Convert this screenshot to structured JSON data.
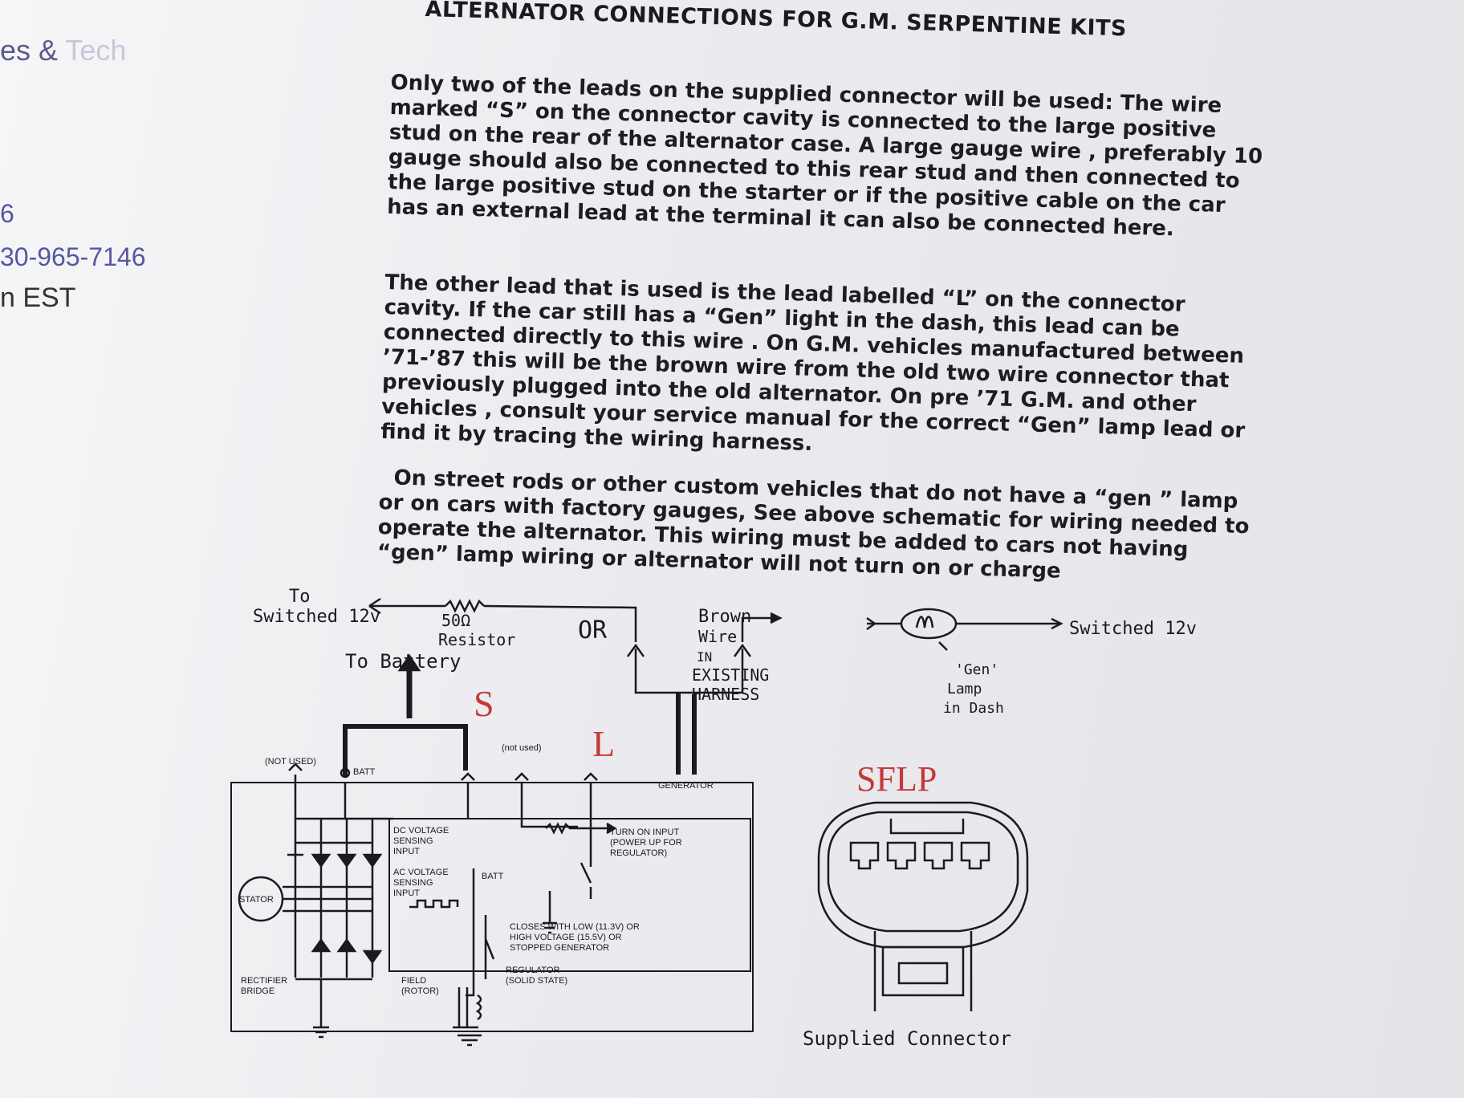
{
  "sidebar": {
    "line1_visible": "es & ",
    "line1_faded": "Tech",
    "line2": "6",
    "line3": "30-965-7146",
    "line4": "n EST"
  },
  "document": {
    "title": "ALTERNATOR CONNECTIONS FOR G.M. SERPENTINE KITS",
    "paragraphs": [
      "Only two of the leads on the supplied connector will be used: The wire marked “S” on the connector cavity is connected to the large positive stud on the rear of the alternator case. A large gauge wire , preferably 10 gauge should also be connected to this rear stud and then connected to the large positive stud on the starter or if the positive cable on the car has an external lead at the terminal it can also be connected here.",
      "The other lead that is used is the lead labelled “L” on the connector cavity. If the car still has a “Gen” light in the dash, this lead can be connected directly to this wire . On G.M. vehicles manufactured between ’71-’87 this will be the brown wire from the old two wire connector that previously plugged into the old alternator. On pre ’71 G.M. and other vehicles , consult your service manual for the correct “Gen” lamp lead or find it by tracing the wiring harness.",
      "On street rods or other custom vehicles that do not have a “gen ” lamp or on cars with factory gauges, See above schematic for wiring needed to operate the alternator. This wiring must be added to cars not having “gen” lamp wiring or alternator will not turn on or charge"
    ]
  },
  "diagram": {
    "to_switched_12v_line1": "To",
    "to_switched_12v_line2": "Switched 12v",
    "resistor_line1": "50Ω",
    "resistor_line2": "Resistor",
    "or_label": "OR",
    "brown_wire_line1": "Brown",
    "brown_wire_line2": "Wire",
    "brown_wire_line3": "IN",
    "brown_wire_line4": "EXISTING",
    "brown_wire_line5": "HARNESS",
    "switched_12v_right": "Switched 12v",
    "gen_lamp_line1": "'Gen'",
    "gen_lamp_line2": "Lamp",
    "gen_lamp_line3": "in Dash",
    "to_battery": "To Battery",
    "s_label": "S",
    "l_label": "L",
    "not_used": "(NOT USED)",
    "batt_label": "BATT",
    "not_used_2": "(not used)",
    "generator_label": "GENERATOR",
    "dc_sensing": [
      "DC VOLTAGE",
      "SENSING",
      "INPUT"
    ],
    "ac_sensing": [
      "AC VOLTAGE",
      "SENSING",
      "INPUT"
    ],
    "batt_inner": "BATT",
    "turn_on": [
      "TURN ON INPUT",
      "(POWER UP FOR",
      "REGULATOR)"
    ],
    "closes_with": [
      "CLOSES WITH LOW (11.3V) OR",
      "HIGH VOLTAGE (15.5V) OR",
      "STOPPED GENERATOR"
    ],
    "stator": "STATOR",
    "rectifier": [
      "RECTIFIER",
      "BRIDGE"
    ],
    "field": [
      "FIELD",
      "(ROTOR)"
    ],
    "regulator": [
      "REGULATOR",
      "(SOLID STATE)"
    ],
    "sflp": "SFLP",
    "supplied_connector": "Supplied Connector",
    "colors": {
      "red": "#c33a3a",
      "ink": "#1a1a1f"
    }
  }
}
